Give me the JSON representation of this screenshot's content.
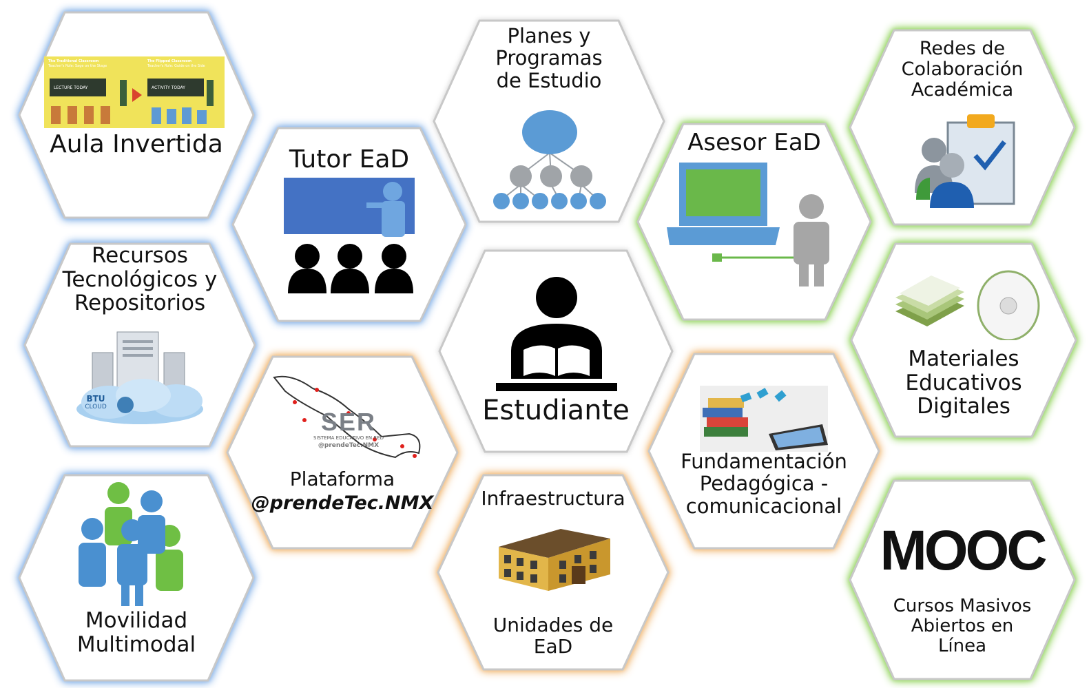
{
  "title": "",
  "colors": {
    "blue": "#8fb8ea",
    "green": "#9bd86a",
    "orange": "#f2bd7e",
    "dark": "#111111"
  },
  "nodes": [
    {
      "id": "aula-invertida",
      "label": "Aula Invertida",
      "glow": "blue",
      "thumb": {
        "left_title": "The Traditional Classroom",
        "left_sub": "Teacher's Role: Sage on the Stage",
        "left_board": "LECTURE TODAY",
        "right_title": "The Flipped Classroom",
        "right_sub": "Teacher's Role: Guide on the Side",
        "right_board": "ACTIVITY TODAY"
      }
    },
    {
      "id": "recursos",
      "label": "Recursos\nTecnológicos y\nRepositorios",
      "glow": "blue",
      "cloud_brand": "BTU",
      "cloud_sub": "CLOUD"
    },
    {
      "id": "movilidad",
      "label": "Movilidad\nMultimodal",
      "glow": "blue"
    },
    {
      "id": "tutor",
      "label": "Tutor EaD",
      "glow": "blue"
    },
    {
      "id": "plataforma",
      "label": "Plataforma",
      "label_bold": "@prendeTec.NMX",
      "glow": "orange",
      "logo": {
        "mark": "SER",
        "sub": "SISTEMA EDUCATIVO EN RED",
        "handle": "@prendeTec.NMX"
      }
    },
    {
      "id": "planes",
      "label": "Planes y\nProgramas\nde Estudio",
      "glow": "none"
    },
    {
      "id": "estudiante",
      "label": "Estudiante",
      "glow": "none"
    },
    {
      "id": "infraestructura",
      "label_top": "Infraestructura",
      "label": "Unidades de\nEaD",
      "glow": "orange"
    },
    {
      "id": "asesor",
      "label": "Asesor EaD",
      "glow": "green"
    },
    {
      "id": "fundamentacion",
      "label": "Fundamentación\nPedagógica -\ncomunicacional",
      "glow": "orange"
    },
    {
      "id": "redes",
      "label": "Redes de\nColaboración\nAcadémica",
      "glow": "green"
    },
    {
      "id": "materiales",
      "label": "Materiales\nEducativos\nDigitales",
      "glow": "green"
    },
    {
      "id": "mooc",
      "label": "Cursos Masivos\nAbiertos en\nLínea",
      "logo_text": "MOOC",
      "glow": "green"
    }
  ]
}
